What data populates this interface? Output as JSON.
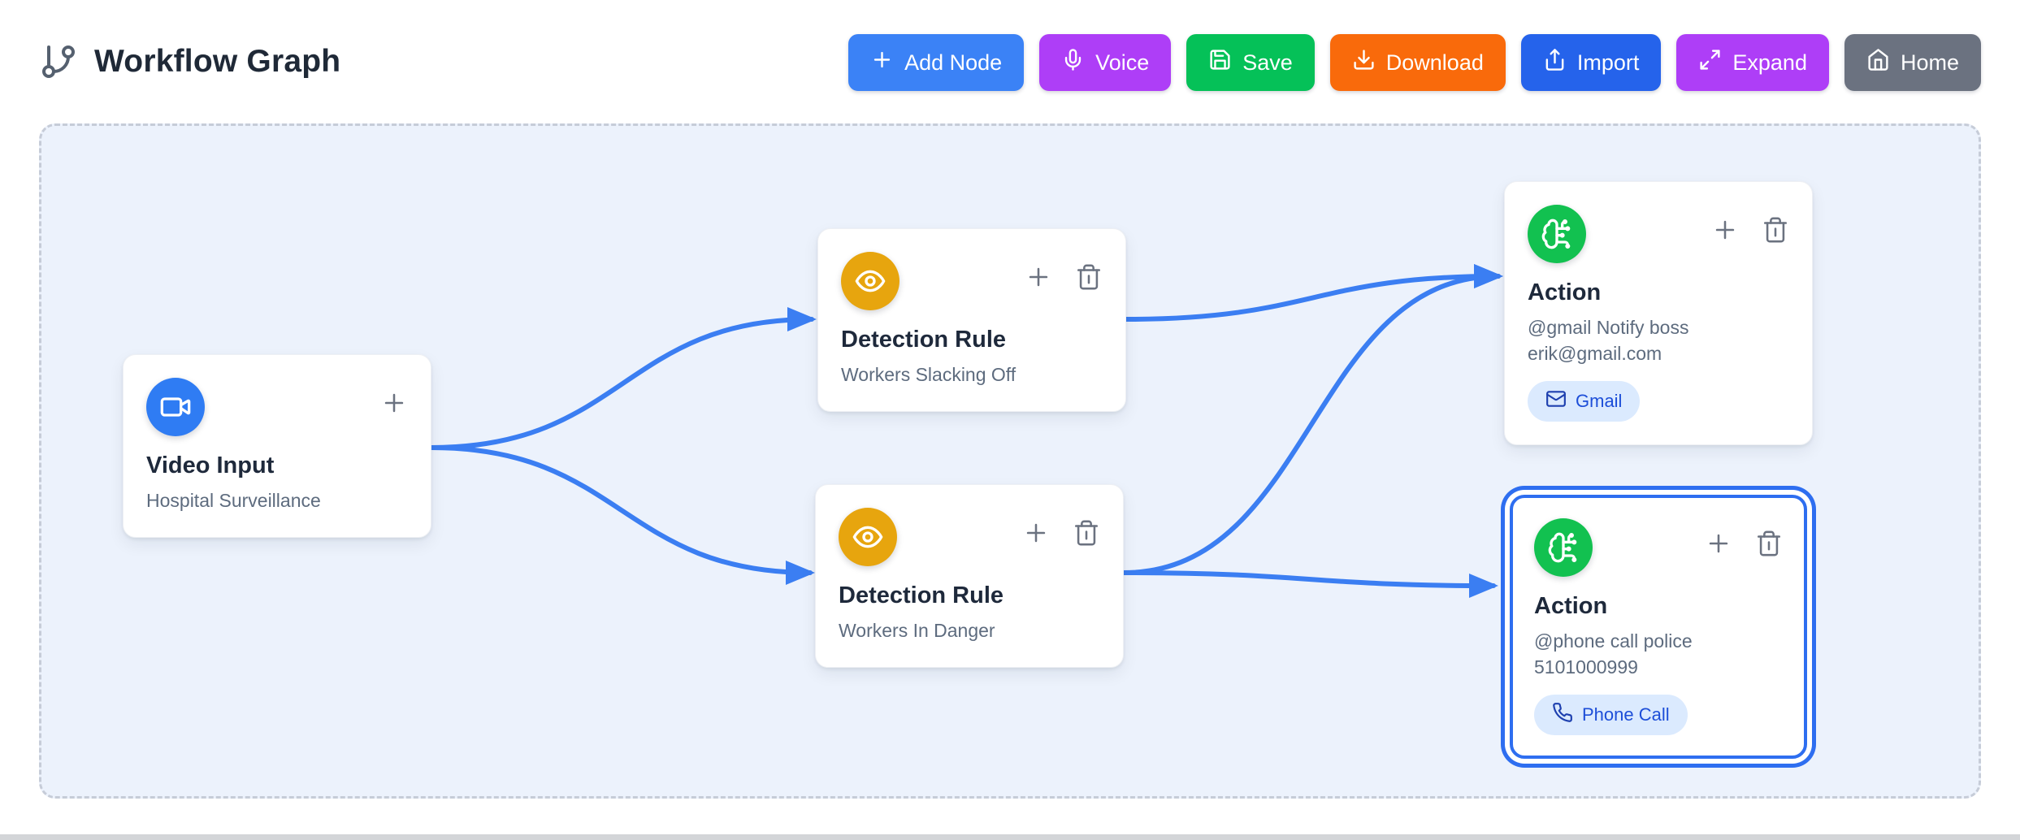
{
  "header": {
    "title": "Workflow Graph",
    "buttons": [
      {
        "label": "Add Node",
        "icon": "plus-icon",
        "color": "#3b82f6"
      },
      {
        "label": "Voice",
        "icon": "mic-icon",
        "color": "#ae3ef7"
      },
      {
        "label": "Save",
        "icon": "save-icon",
        "color": "#05c158"
      },
      {
        "label": "Download",
        "icon": "download-icon",
        "color": "#f96a0b"
      },
      {
        "label": "Import",
        "icon": "upload-icon",
        "color": "#2563eb"
      },
      {
        "label": "Expand",
        "icon": "expand-icon",
        "color": "#ae3ef7"
      },
      {
        "label": "Home",
        "icon": "home-icon",
        "color": "#6b7280"
      }
    ]
  },
  "canvas": {
    "nodes": [
      {
        "title": "Video Input",
        "subtitle": "Hospital Surveillance",
        "icon": "video-camera-icon",
        "icon_color": "#2f7cf3",
        "controls": [
          "add"
        ],
        "selected": false
      },
      {
        "title": "Detection Rule",
        "subtitle": "Workers Slacking Off",
        "icon": "eye-icon",
        "icon_color": "#e7a50e",
        "controls": [
          "add",
          "delete"
        ],
        "selected": false
      },
      {
        "title": "Detection Rule",
        "subtitle": "Workers In Danger",
        "icon": "eye-icon",
        "icon_color": "#e7a50e",
        "controls": [
          "add",
          "delete"
        ],
        "selected": false
      },
      {
        "title": "Action",
        "subtitle": "@gmail Notify boss erik@gmail.com",
        "icon": "brain-circuit-icon",
        "icon_color": "#12c150",
        "controls": [
          "add",
          "delete"
        ],
        "selected": false,
        "badge": {
          "label": "Gmail",
          "icon": "mail-icon"
        }
      },
      {
        "title": "Action",
        "subtitle": "@phone call police 5101000999",
        "icon": "brain-circuit-icon",
        "icon_color": "#12c150",
        "controls": [
          "add",
          "delete"
        ],
        "selected": true,
        "badge": {
          "label": "Phone Call",
          "icon": "phone-icon"
        }
      }
    ],
    "edges": [
      {
        "from": "Video Input",
        "to": "Detection Rule / Workers Slacking Off"
      },
      {
        "from": "Video Input",
        "to": "Detection Rule / Workers In Danger"
      },
      {
        "from": "Detection Rule / Workers Slacking Off",
        "to": "Action / Gmail"
      },
      {
        "from": "Detection Rule / Workers In Danger",
        "to": "Action / Gmail"
      },
      {
        "from": "Detection Rule / Workers In Danger",
        "to": "Action / Phone Call"
      }
    ],
    "colors": {
      "edge": "#3b7ef2",
      "background": "#ecf2fc",
      "dashed_border": "#c6ccd8",
      "selection_ring": "#2e6ef0",
      "badge_background": "#dbeafe",
      "badge_text": "#1d4ed8"
    }
  }
}
